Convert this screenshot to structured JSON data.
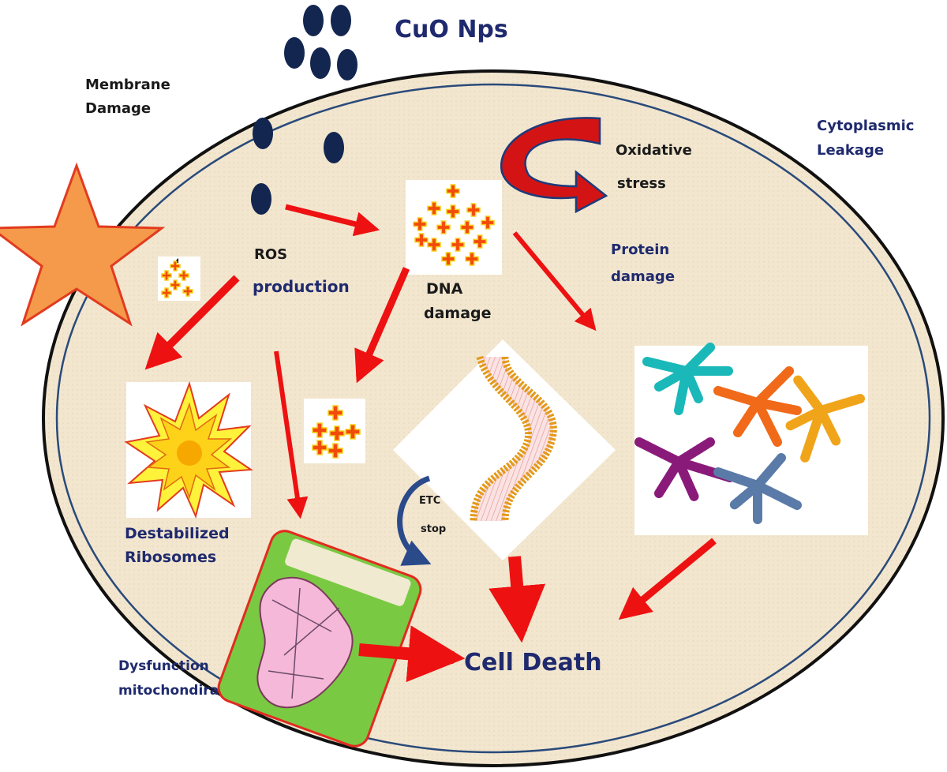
{
  "labels": {
    "title": "CuO Nps",
    "membrane_damage_1": "Membrane",
    "membrane_damage_2": "Damage",
    "cytoplasmic_1": "Cytoplasmic",
    "cytoplasmic_2": "Leakage",
    "oxidative_1": "Oxidative",
    "oxidative_2": "stress",
    "ros_1": "ROS",
    "ros_2": "production",
    "protein_1": "Protein",
    "protein_2": "damage",
    "dna_1": "DNA",
    "dna_2": "damage",
    "ribo_1": "Destabilized",
    "ribo_2": "Ribosomes",
    "etc_1": "ETC",
    "etc_2": "stop",
    "mito_1": "Dysfunction",
    "mito_2": "mitochondira",
    "cell_death": "Cell Death"
  },
  "colors": {
    "cytoplasm": "#f2e6cf",
    "membrane_outline": "#111111",
    "inner_membrane": "#2a4a7a",
    "arrow_red": "#ee1111",
    "nanoparticle": "#12264f",
    "label_navy": "#1f2a6e",
    "star_fill": "#f49a4a",
    "star_stroke": "#e23b1f"
  },
  "icons": {
    "nanoparticle": "nanoparticle-icon",
    "ros": "plus-cluster-icon",
    "star": "membrane-damage-star-icon",
    "ribosome": "explosion-icon",
    "dna": "dna-helix-icon",
    "protein": "protein-aggregate-icon",
    "mitochondria": "mitochondria-icon"
  }
}
